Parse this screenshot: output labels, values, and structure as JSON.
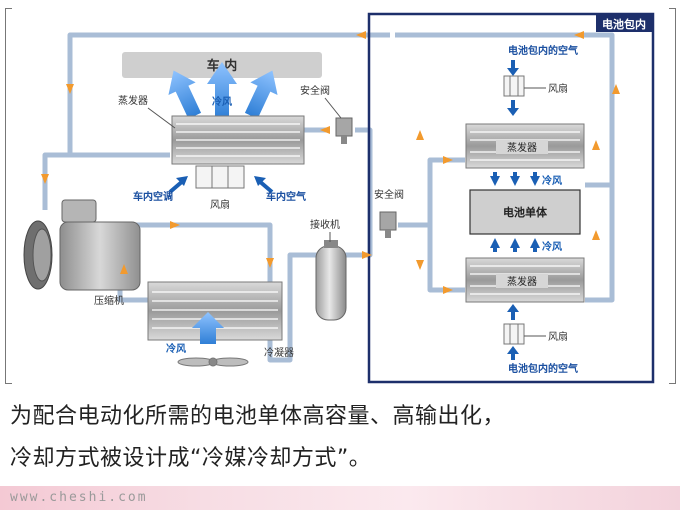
{
  "labels": {
    "cabin": "车  内",
    "cold_air_top": "冷风",
    "evaporator": "蒸发器",
    "safety_valve": "安全阀",
    "cabin_ac": "车内空调",
    "cabin_air": "车内空气",
    "fan": "风扇",
    "receiver": "接收机",
    "compressor": "压缩机",
    "cold_air_bottom": "冷风",
    "condenser": "冷凝器",
    "battery_pack_inside": "电池包内",
    "battery_pack_air_top": "电池包内的空气",
    "fan_top": "风扇",
    "evaporator_top": "蒸发器",
    "cold_air_upper": "冷风",
    "battery_cell": "电池单体",
    "safety_valve_right": "安全阀",
    "cold_air_lower": "冷风",
    "evaporator_bottom": "蒸发器",
    "fan_bottom": "风扇",
    "battery_pack_air_bottom": "电池包内的空气"
  },
  "caption": {
    "line1": "为配合电动化所需的电池单体高容量、高输出化，",
    "line2": "冷却方式被设计成“冷媒冷却方式”。"
  },
  "footer": {
    "url": "www.cheshi.com"
  },
  "colors": {
    "pipe": "#a9bdd6",
    "arrow_orange": "#f29a2e",
    "arrow_blue": "#2f7fd6",
    "battery_box": "#1d2f6b",
    "coil": "#8c8c8c"
  }
}
